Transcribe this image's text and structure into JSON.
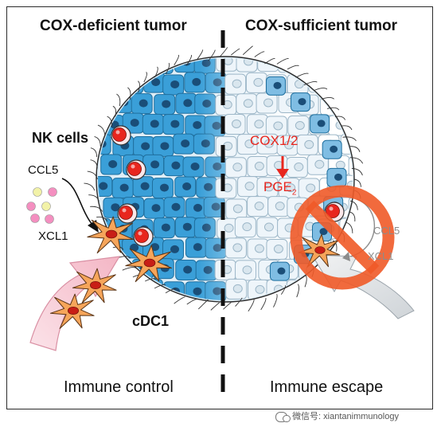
{
  "headers": {
    "left": "COX-deficient tumor",
    "right": "COX-sufficient tumor"
  },
  "labels": {
    "nk_cells": "NK cells",
    "ccl5_left": "CCL5",
    "xcl1_left": "XCL1",
    "cdc1": "cDC1",
    "cox12": "COX1/2",
    "pge2_main": "PGE",
    "pge2_sub": "2",
    "ccl5_right": "CCL5",
    "xcl1_right": "XCL1"
  },
  "footers": {
    "left": "Immune control",
    "right": "Immune escape"
  },
  "watermark": "微信号: xiantanimmunology",
  "colors": {
    "tumor_cell": "#3a9fd8",
    "tumor_cell_dark": "#1f6f9e",
    "nucleus": "#1a4e78",
    "nk_cell": "#e8261e",
    "dc_cell": "#f6a55a",
    "dc_nucleus": "#c81e16",
    "prohibit": "#f05a28",
    "text_red": "#e8261e",
    "arrow_pink": "#f6c9d3",
    "chemokine_pink": "#f48fc0",
    "chemokine_yellow": "#f2f2a8"
  }
}
